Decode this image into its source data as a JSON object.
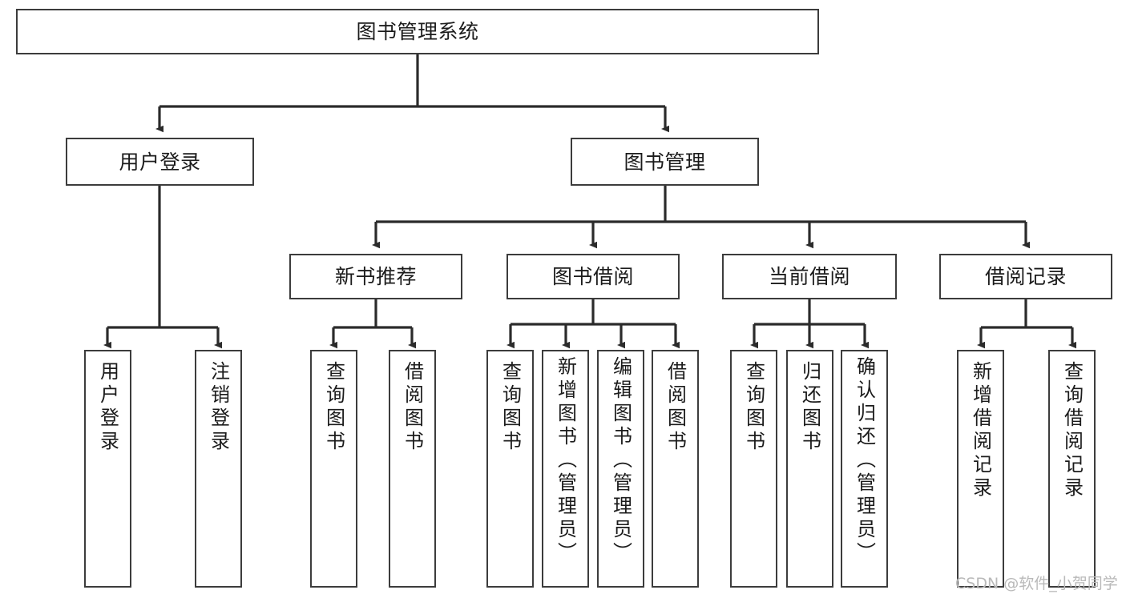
{
  "diagram": {
    "title": "图书管理系统",
    "type": "tree-hierarchy",
    "root": {
      "id": "root",
      "label": "图书管理系统"
    },
    "tier2": [
      {
        "id": "user-login",
        "label": "用户登录"
      },
      {
        "id": "book-management",
        "label": "图书管理"
      }
    ],
    "tier3": [
      {
        "id": "new-book-recommend",
        "label": "新书推荐"
      },
      {
        "id": "book-borrow",
        "label": "图书借阅"
      },
      {
        "id": "current-borrow",
        "label": "当前借阅"
      },
      {
        "id": "borrow-record",
        "label": "借阅记录"
      }
    ],
    "leaves": {
      "user_login": [
        {
          "id": "leaf-user-login",
          "label": "用户登录"
        },
        {
          "id": "leaf-logout",
          "label": "注销登录"
        }
      ],
      "new_book_recommend": [
        {
          "id": "leaf-query-book-1",
          "label": "查询图书"
        },
        {
          "id": "leaf-borrow-book-1",
          "label": "借阅图书"
        }
      ],
      "book_borrow": [
        {
          "id": "leaf-query-book-2",
          "label": "查询图书"
        },
        {
          "id": "leaf-add-book",
          "label": "新增图书（管理员）"
        },
        {
          "id": "leaf-edit-book",
          "label": "编辑图书（管理员）"
        },
        {
          "id": "leaf-borrow-book-2",
          "label": "借阅图书"
        }
      ],
      "current_borrow": [
        {
          "id": "leaf-query-book-3",
          "label": "查询图书"
        },
        {
          "id": "leaf-return-book",
          "label": "归还图书"
        },
        {
          "id": "leaf-confirm-return",
          "label": "确认归还（管理员）"
        }
      ],
      "borrow_record": [
        {
          "id": "leaf-add-record",
          "label": "新增借阅记录"
        },
        {
          "id": "leaf-query-record",
          "label": "查询借阅记录"
        }
      ]
    }
  },
  "watermark": {
    "text": "CSDN @软件_小贺同学"
  },
  "colors": {
    "box_border": "#3c3c3c",
    "box_fill": "#ffffff",
    "edge": "#2b2b2b",
    "text": "#1b1b1b",
    "watermark": "#b9b9b9",
    "background": "#ffffff"
  }
}
